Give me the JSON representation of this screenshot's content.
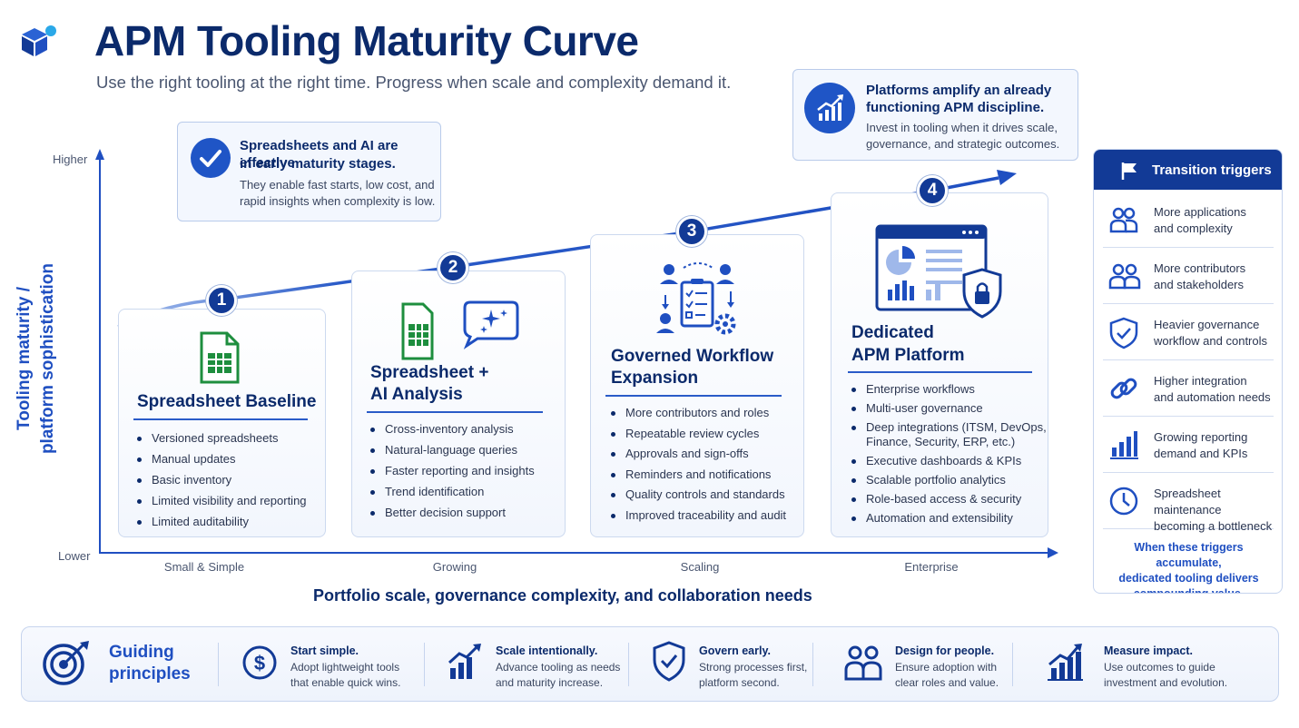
{
  "header": {
    "title": "APM Tooling Maturity Curve",
    "subtitle": "Use the right tooling at the right time. Progress when scale and complexity demand it."
  },
  "callouts": {
    "early": {
      "heading_line1": "Spreadsheets and AI are effective",
      "heading_line2": "in early maturity stages.",
      "body_line1": "They enable fast starts, low cost, and",
      "body_line2": "rapid insights when complexity is low."
    },
    "platform": {
      "heading_line1": "Platforms amplify an already",
      "heading_line2": "functioning APM discipline.",
      "body_line1": "Invest in tooling when it drives scale,",
      "body_line2": "governance, and strategic outcomes."
    }
  },
  "axes": {
    "y_label_line1": "Tooling maturity /",
    "y_label_line2": "platform sophistication",
    "y_high": "Higher",
    "y_low": "Lower",
    "x_label": "Portfolio scale, governance complexity, and collaboration needs",
    "x_ticks": [
      "Small & Simple",
      "Growing",
      "Scaling",
      "Enterprise"
    ]
  },
  "stages": [
    {
      "number": "1",
      "title_line1": "Spreadsheet Baseline",
      "title_line2": "",
      "icon": "spreadsheet-icon",
      "bullets": [
        "Versioned spreadsheets",
        "Manual updates",
        "Basic inventory",
        "Limited visibility and reporting",
        "Limited auditability"
      ]
    },
    {
      "number": "2",
      "title_line1": "Spreadsheet +",
      "title_line2": "AI Analysis",
      "icon": "spreadsheet-ai-icon",
      "bullets": [
        "Cross-inventory analysis",
        "Natural-language queries",
        "Faster reporting and insights",
        "Trend identification",
        "Better decision support"
      ]
    },
    {
      "number": "3",
      "title_line1": "Governed Workflow",
      "title_line2": "Expansion",
      "icon": "workflow-icon",
      "bullets": [
        "More contributors and roles",
        "Repeatable review cycles",
        "Approvals and sign-offs",
        "Reminders and notifications",
        "Quality controls and standards",
        "Improved traceability and audit"
      ]
    },
    {
      "number": "4",
      "title_line1": "Dedicated",
      "title_line2": "APM Platform",
      "icon": "platform-dashboard-icon",
      "bullets": [
        "Enterprise workflows",
        "Multi-user governance",
        "Deep integrations (ITSM, DevOps,",
        "Finance, Security, ERP, etc.)",
        "Executive dashboards & KPIs",
        "Scalable portfolio analytics",
        "Role-based access & security",
        "Automation and extensibility"
      ]
    }
  ],
  "triggers": {
    "title": "Transition triggers",
    "items": [
      {
        "icon": "people-icon",
        "line1": "More applications",
        "line2": "and complexity"
      },
      {
        "icon": "group-icon",
        "line1": "More contributors",
        "line2": "and stakeholders"
      },
      {
        "icon": "shield-check-icon",
        "line1": "Heavier governance",
        "line2": "workflow and controls"
      },
      {
        "icon": "link-icon",
        "line1": "Higher integration",
        "line2": "and automation needs"
      },
      {
        "icon": "bar-chart-icon",
        "line1": "Growing reporting",
        "line2": "demand and KPIs"
      },
      {
        "icon": "clock-icon",
        "line1": "Spreadsheet maintenance",
        "line2": "becoming a bottleneck"
      }
    ],
    "footer_line1": "When these triggers accumulate,",
    "footer_line2": "dedicated tooling delivers",
    "footer_line3": "compounding value."
  },
  "principles": {
    "title_line1": "Guiding",
    "title_line2": "principles",
    "items": [
      {
        "icon": "dollar-icon",
        "head": "Start simple.",
        "line1": "Adopt lightweight tools",
        "line2": "that enable quick wins."
      },
      {
        "icon": "growth-chart-icon",
        "head": "Scale intentionally.",
        "line1": "Advance tooling as needs",
        "line2": "and maturity increase."
      },
      {
        "icon": "shield-check-icon",
        "head": "Govern early.",
        "line1": "Strong processes first,",
        "line2": "platform second."
      },
      {
        "icon": "people-icon",
        "head": "Design for people.",
        "line1": "Ensure adoption with",
        "line2": "clear roles and value."
      },
      {
        "icon": "growth-chart-icon",
        "head": "Measure impact.",
        "line1": "Use outcomes to guide",
        "line2": "investment and evolution."
      }
    ]
  },
  "colors": {
    "navy": "#0b2a6b",
    "accent": "#1f4fc1",
    "badge": "#123a96",
    "spreadsheet_green": "#1e8e3e"
  }
}
